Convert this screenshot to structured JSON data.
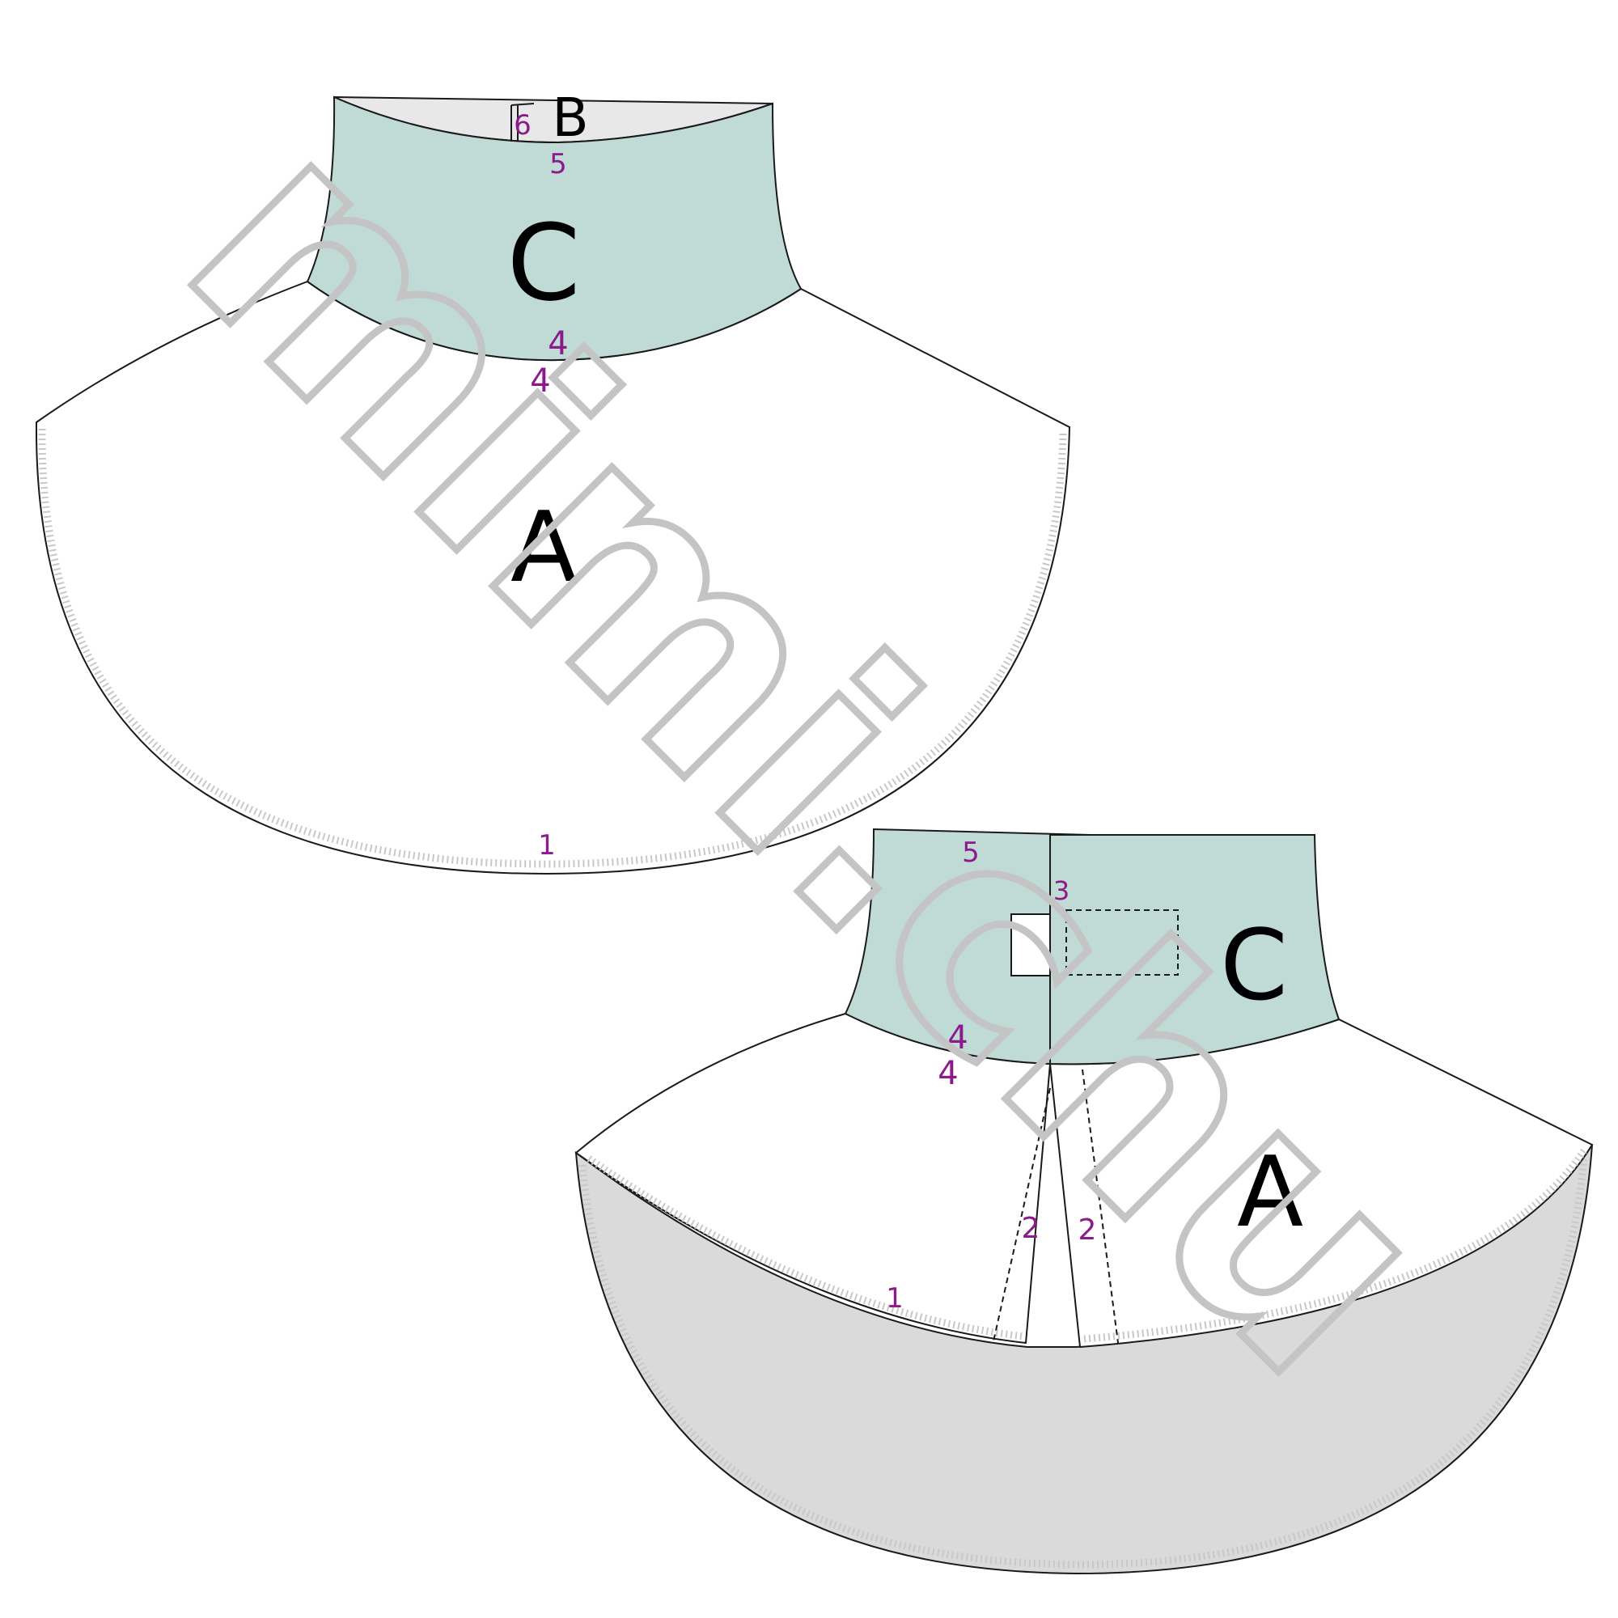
{
  "colors": {
    "collar": "#c0dad5",
    "collar_inner": "#e8e8e8",
    "underside": "#dadada",
    "number": "#8b1a8b",
    "watermark": "#c4c4c4"
  },
  "watermark": {
    "text": "mimi.chu"
  },
  "front_view": {
    "label_A": "A",
    "label_B": "B",
    "label_C": "C",
    "num_1": "1",
    "num_4_upper": "4",
    "num_4_lower": "4",
    "num_5": "5",
    "num_6": "6"
  },
  "back_view": {
    "label_A": "A",
    "label_C": "C",
    "num_1": "1",
    "num_2_left": "2",
    "num_2_right": "2",
    "num_3": "3",
    "num_4_upper": "4",
    "num_4_lower": "4",
    "num_5": "5"
  }
}
